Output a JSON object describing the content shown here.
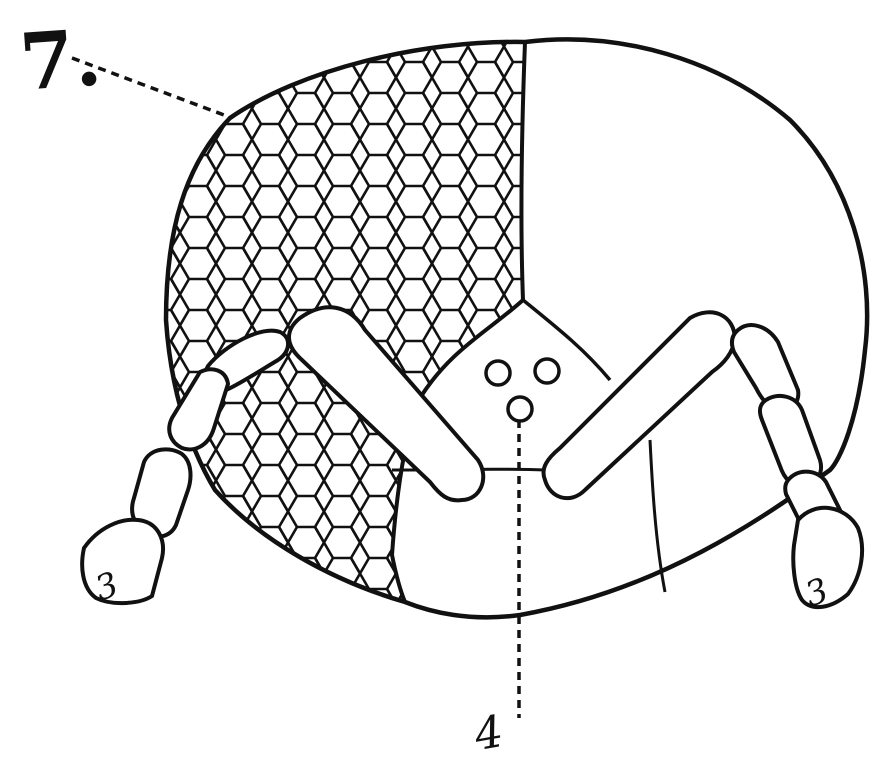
{
  "figure": {
    "labels": {
      "eye_label": "7.",
      "antenna_left_label": "3",
      "antenna_right_label": "3",
      "ocelli_label": "4"
    }
  },
  "colors": {
    "ink": "#111111",
    "paper": "#ffffff"
  },
  "icons": {
    "compound_eye": "hexagonal-facet-pattern",
    "ocelli": "three-small-circles"
  }
}
